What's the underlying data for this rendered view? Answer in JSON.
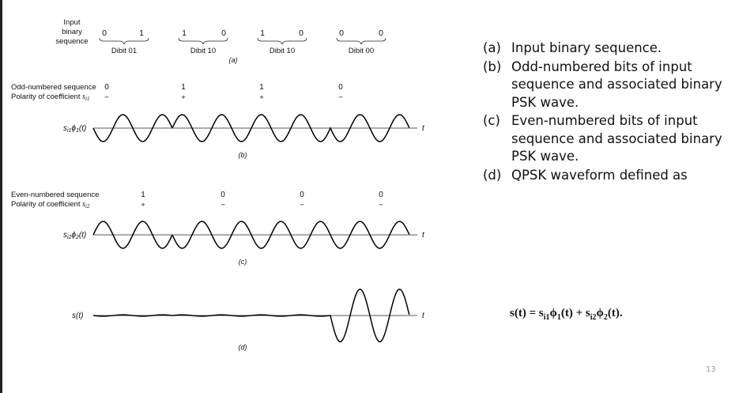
{
  "figure": {
    "input_label": [
      "Input",
      "binary",
      "sequence"
    ],
    "input_bits": [
      "0",
      "1",
      "1",
      "0",
      "1",
      "0",
      "0",
      "0"
    ],
    "dibit_labels": [
      "Dibit 01",
      "Dibit 10",
      "Dibit 10",
      "Dibit 00"
    ],
    "panel_labels": [
      "(a)",
      "(b)",
      "(c)",
      "(d)"
    ],
    "odd_sequence_label": "Odd-numbered sequence",
    "odd_polarity_label": "Polarity of coefficient",
    "odd_bits": [
      "0",
      "1",
      "1",
      "0"
    ],
    "odd_polarity": [
      "−",
      "+",
      "+",
      "−"
    ],
    "even_sequence_label": "Even-numbered sequence",
    "even_polarity_label": "Polarity of coefficient",
    "even_bits": [
      "1",
      "0",
      "0",
      "0"
    ],
    "even_polarity": [
      "+",
      "−",
      "−",
      "−"
    ],
    "coef_odd": "si1",
    "coef_even": "si2",
    "wave_b_label": "si1ϕ1(t)",
    "wave_c_label": "si2ϕ2(t)",
    "wave_d_label": "s(t)",
    "time_label": "t"
  },
  "captions": [
    {
      "label": "(a)",
      "text": "Input binary sequence."
    },
    {
      "label": "(b)",
      "text": "Odd-numbered bits of input sequence and associated binary PSK wave."
    },
    {
      "label": "(c)",
      "text": "Even-numbered bits of input sequence and associated binary PSK wave."
    },
    {
      "label": "(d)",
      "text": "QPSK waveform defined as"
    }
  ],
  "formula": "s(t) = si1ϕ1(t) + si2ϕ2(t).",
  "page_number": "13"
}
